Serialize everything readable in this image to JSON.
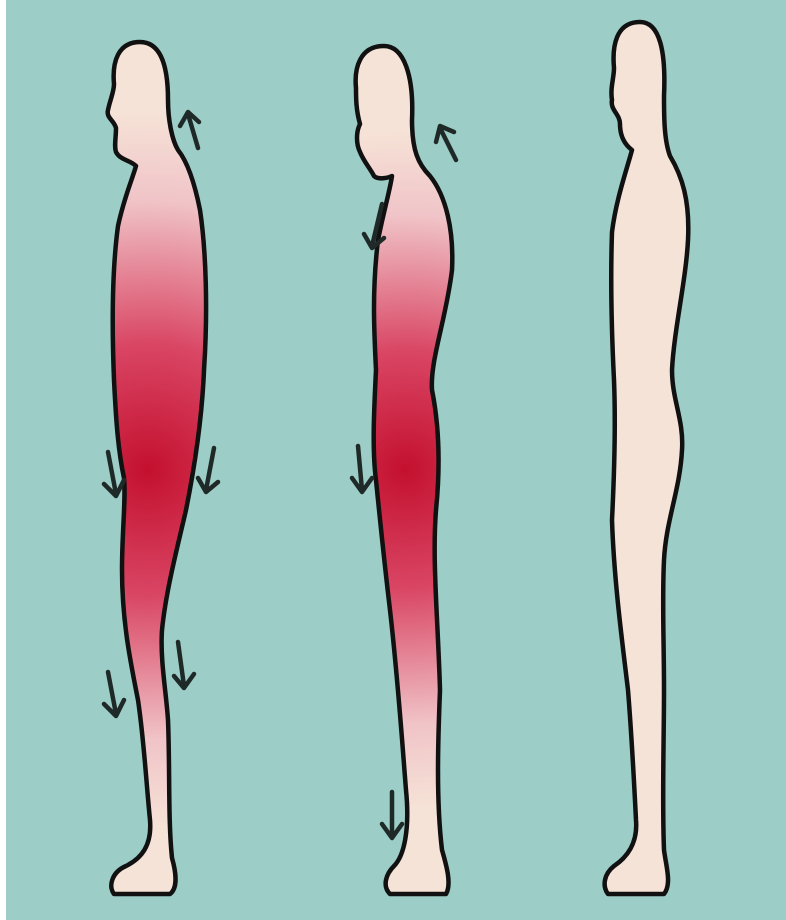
{
  "colors": {
    "background": "#9ccdc6",
    "frame_left": "#ffffff",
    "skin": "#f6e3d7",
    "outline": "#111111",
    "tension_core": "#c4102f",
    "arrow": "#1f2a28"
  },
  "figures": [
    {
      "name": "figure-poor-posture-full-tension",
      "tension": true,
      "arrows": [
        "upper-back",
        "hip-front",
        "hip-back",
        "knee-front",
        "knee-back"
      ]
    },
    {
      "name": "figure-poor-posture-forward-head",
      "tension": true,
      "arrows": [
        "upper-back",
        "chest-front",
        "hip-front",
        "ankle-front"
      ]
    },
    {
      "name": "figure-neutral-posture",
      "tension": false,
      "arrows": []
    }
  ]
}
